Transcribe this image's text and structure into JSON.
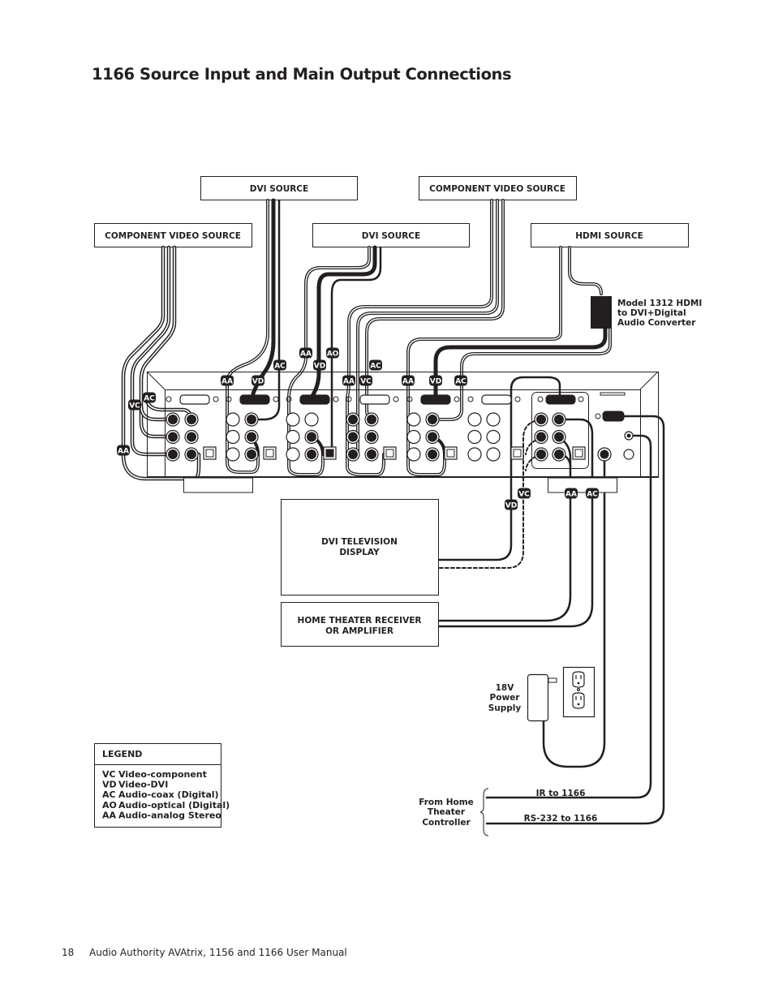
{
  "page": {
    "title": "1166 Source Input and Main Output Connections",
    "page_number": "18",
    "footer_text": "Audio Authority AVAtrix, 1156 and 1166 User Manual"
  },
  "sources": {
    "top_row": [
      {
        "label": "DVI SOURCE"
      },
      {
        "label": "COMPONENT VIDEO SOURCE"
      }
    ],
    "second_row": [
      {
        "label": "COMPONENT VIDEO SOURCE"
      },
      {
        "label": "DVI SOURCE"
      },
      {
        "label": "HDMI SOURCE"
      }
    ]
  },
  "converter": {
    "label_lines": [
      "Model 1312 HDMI",
      "to DVI+Digital",
      "Audio Converter"
    ]
  },
  "connection_tags": {
    "input1": [
      "AC",
      "VC",
      "AA"
    ],
    "input2": [
      "AA",
      "VD",
      "AC"
    ],
    "input3": [
      "AA",
      "AO",
      "VD"
    ],
    "input4": [
      "AA",
      "VC",
      "AC"
    ],
    "input5": [
      "AA",
      "VD",
      "AC"
    ],
    "output": [
      "VC",
      "VD",
      "AA",
      "AC"
    ]
  },
  "outputs": {
    "display": {
      "label_lines": [
        "DVI TELEVISION",
        "DISPLAY"
      ]
    },
    "receiver": {
      "label_lines": [
        "HOME THEATER RECEIVER",
        "OR AMPLIFIER"
      ]
    }
  },
  "power": {
    "label_lines": [
      "18V",
      "Power",
      "Supply"
    ]
  },
  "controller": {
    "label_lines": [
      "From Home",
      "Theater",
      "Controller"
    ],
    "ir_label": "IR to 1166",
    "rs232_label": "RS-232 to 1166"
  },
  "legend": {
    "title": "LEGEND",
    "items": [
      {
        "code": "VC",
        "desc": "Video-component"
      },
      {
        "code": "VD",
        "desc": "Video-DVI"
      },
      {
        "code": "AC",
        "desc": "Audio-coax (Digital)"
      },
      {
        "code": "AO",
        "desc": "Audio-optical (Digital)"
      },
      {
        "code": "AA",
        "desc": "Audio-analog Stereo"
      }
    ]
  }
}
